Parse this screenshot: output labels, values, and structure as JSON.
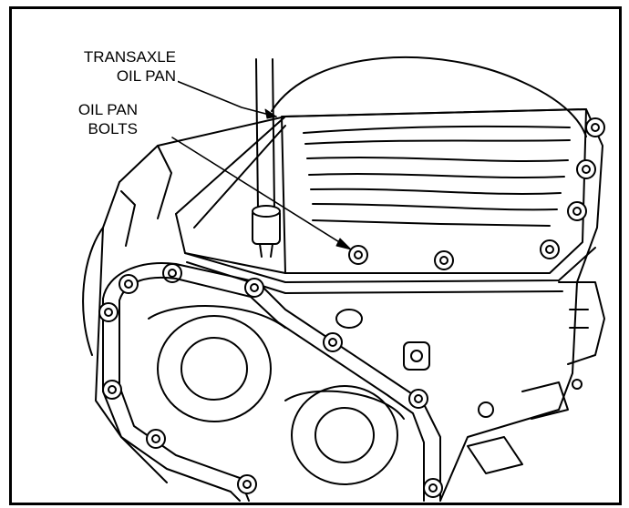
{
  "labels": {
    "transaxle_line1": "TRANSAXLE",
    "transaxle_line2": "OIL PAN",
    "bolts_line1": "OIL PAN",
    "bolts_line2": "BOLTS"
  },
  "colors": {
    "ink": "#000000",
    "paper": "#ffffff"
  }
}
